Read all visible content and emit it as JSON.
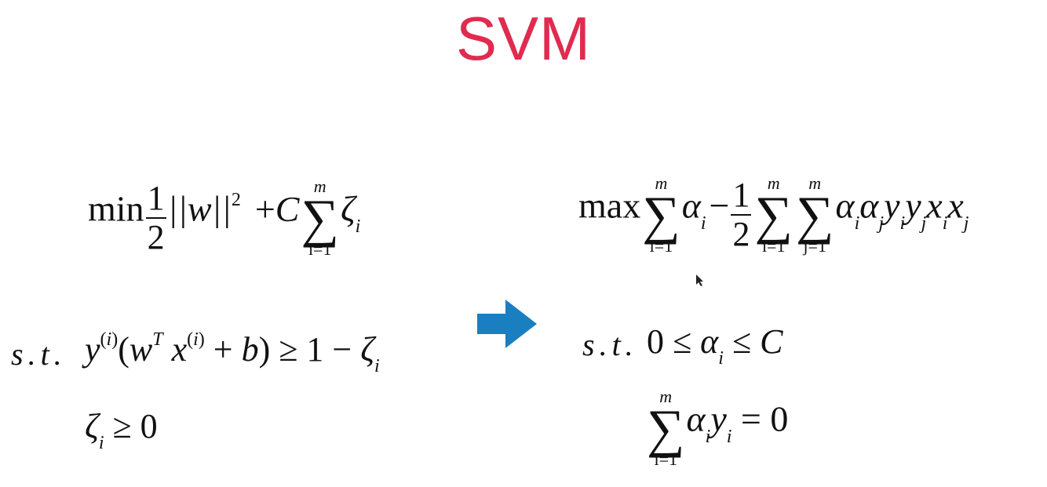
{
  "title": "SVM",
  "primal": {
    "objective_min": "min",
    "half_num": "1",
    "half_den": "2",
    "norm": "||w||",
    "norm_exp": "2",
    "plus_c": "+C",
    "sum_upper": "m",
    "sum_lower": "i=1",
    "zeta": "ζ",
    "zeta_sub": "i",
    "st_label": "s.t.",
    "constraint1": "y(i)(wT x(i) + b) ≥ 1 − ζi",
    "constraint2": "ζi ≥ 0"
  },
  "dual": {
    "objective_max": "max",
    "sum_upper": "m",
    "sum_lower_i": "i=1",
    "sum_lower_j": "j=1",
    "alpha": "α",
    "minus": "−",
    "half_num": "1",
    "half_den": "2",
    "st_label": "s.t.",
    "constraint1": "0 ≤ αi ≤ C",
    "constraint2": "Σ αi yi = 0"
  },
  "colors": {
    "title": "#e02b4f",
    "arrow": "#1a7fc1"
  },
  "icons": {
    "arrow": "right-arrow-icon",
    "cursor": "mouse-cursor-icon"
  }
}
